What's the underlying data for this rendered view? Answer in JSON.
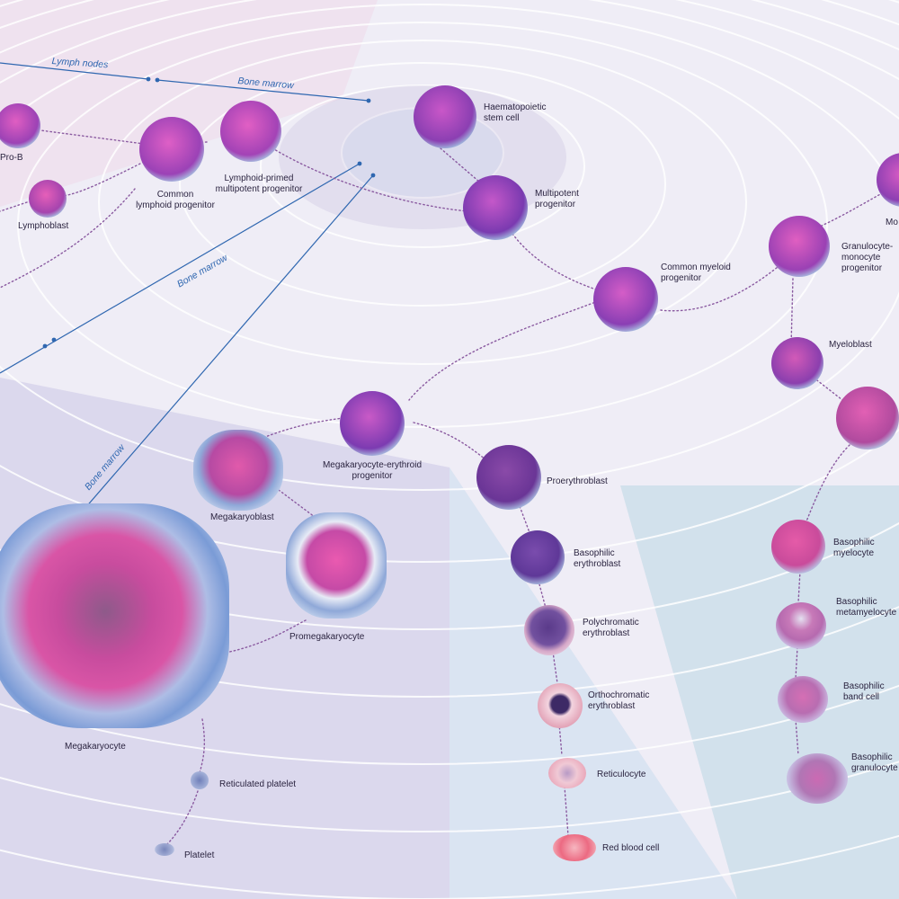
{
  "regions": {
    "lymph_nodes": "Lymph nodes",
    "bone_marrow_top": "Bone marrow",
    "bone_marrow_mid": "Bone marrow",
    "bone_marrow_left": "Bone marrow"
  },
  "cells": {
    "hsc": "Haematopoietic\nstem cell",
    "mpp": "Multipotent\nprogenitor",
    "lmpp": "Lymphoid-primed\nmultipotent progenitor",
    "clp": "Common\nlymphoid progenitor",
    "prob": "Pro-B",
    "lymphoblast": "Lymphoblast",
    "cmp": "Common myeloid\nprogenitor",
    "gmp": "Granulocyte-\nmonocyte\nprogenitor",
    "mono": "Mo",
    "myeloblast": "Myeloblast",
    "mep": "Megakaryocyte-erythroid\nprogenitor",
    "megakaryoblast": "Megakaryoblast",
    "promegakaryocyte": "Promegakaryocyte",
    "megakaryocyte": "Megakaryocyte",
    "reticulated_platelet": "Reticulated platelet",
    "platelet": "Platelet",
    "proerythroblast": "Proerythroblast",
    "baso_erythroblast": "Basophilic\nerythroblast",
    "poly_erythroblast": "Polychromatic\nerythroblast",
    "ortho_erythroblast": "Orthochromatic\nerythroblast",
    "reticulocyte": "Reticulocyte",
    "rbc": "Red blood cell",
    "baso_myelocyte": "Basophilic\nmyelocyte",
    "baso_metamyelocyte": "Basophilic\nmetamyelocyte",
    "baso_band": "Basophilic\nband cell",
    "baso_granulocyte": "Basophilic\ngranulocyte"
  }
}
